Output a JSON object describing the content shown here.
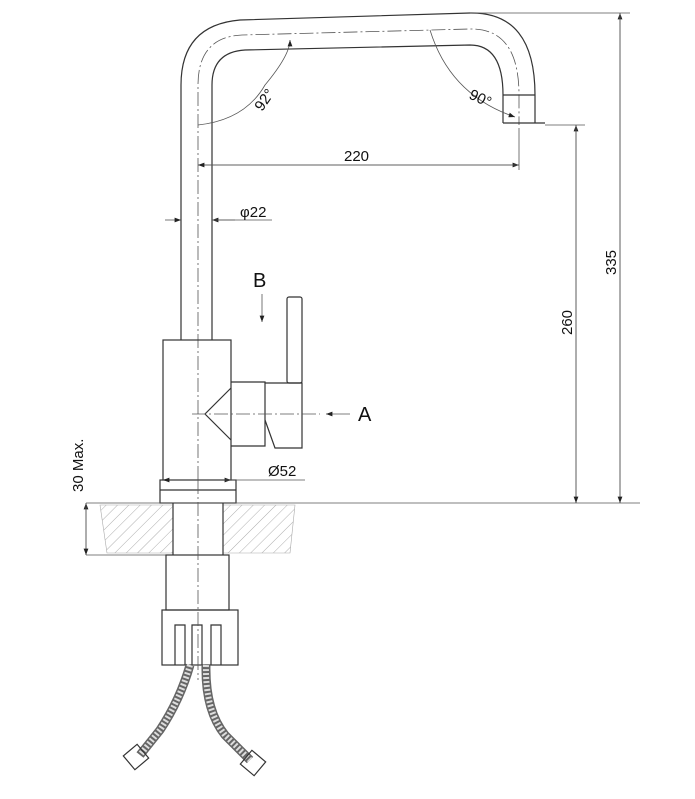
{
  "drawing": {
    "dimensions": {
      "angle_left": "92°",
      "angle_right": "90°",
      "spout_reach": "220",
      "pipe_diameter": "φ22",
      "total_height": "335",
      "spout_height": "260",
      "base_diameter": "Ø52",
      "counter_max": "30 Max."
    },
    "view_labels": {
      "a": "A",
      "b": "B"
    }
  }
}
